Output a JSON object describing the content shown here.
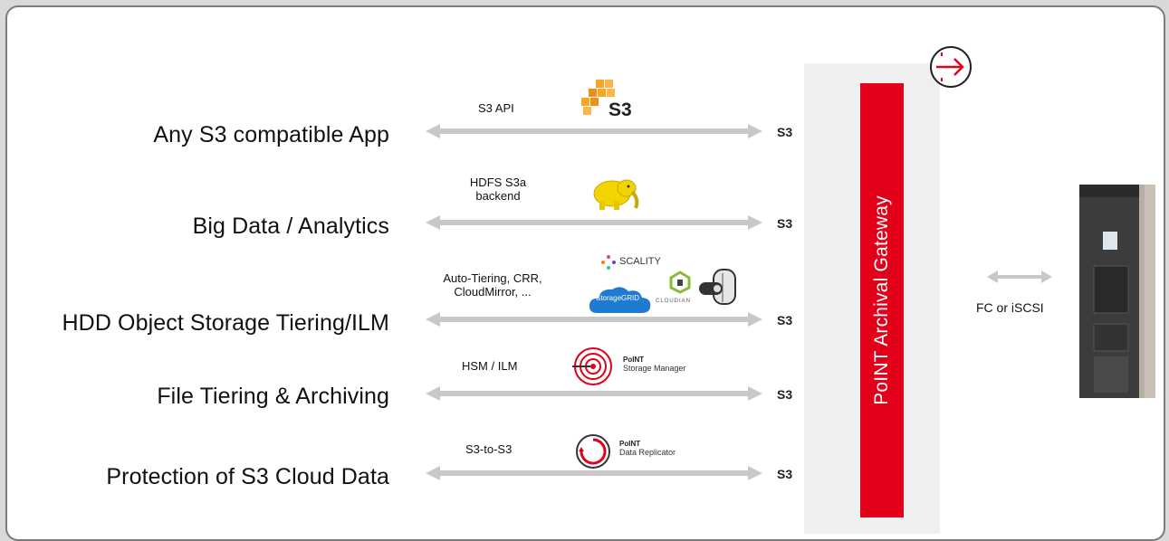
{
  "rows": [
    {
      "label": "Any S3 compatible App",
      "protocol": "S3 API",
      "end": "S3"
    },
    {
      "label": "Big Data / Analytics",
      "protocol": "HDFS S3a\nbackend",
      "end": "S3"
    },
    {
      "label": "HDD Object Storage Tiering/ILM",
      "protocol": "Auto-Tiering, CRR,\nCloudMirror, ...",
      "end": "S3"
    },
    {
      "label": "File Tiering & Archiving",
      "protocol": "HSM / ILM",
      "end": "S3"
    },
    {
      "label": "Protection of S3 Cloud Data",
      "protocol": "S3-to-S3",
      "end": "S3"
    }
  ],
  "logos": {
    "aws": "S3",
    "scality": "SCALITY",
    "storagegrid": "StorageGRID",
    "cloudian": "CLOUDIAN",
    "storage_manager": {
      "title": "PoINT",
      "sub": "Storage Manager"
    },
    "data_replicator": {
      "title": "PoINT",
      "sub": "Data Replicator"
    }
  },
  "gateway": {
    "label": "PoINT Archival Gateway",
    "color": "#e2001a"
  },
  "connection": {
    "label": "FC or iSCSI"
  },
  "colors": {
    "arrow": "#c8c8c8",
    "accent": "#e2001a"
  }
}
